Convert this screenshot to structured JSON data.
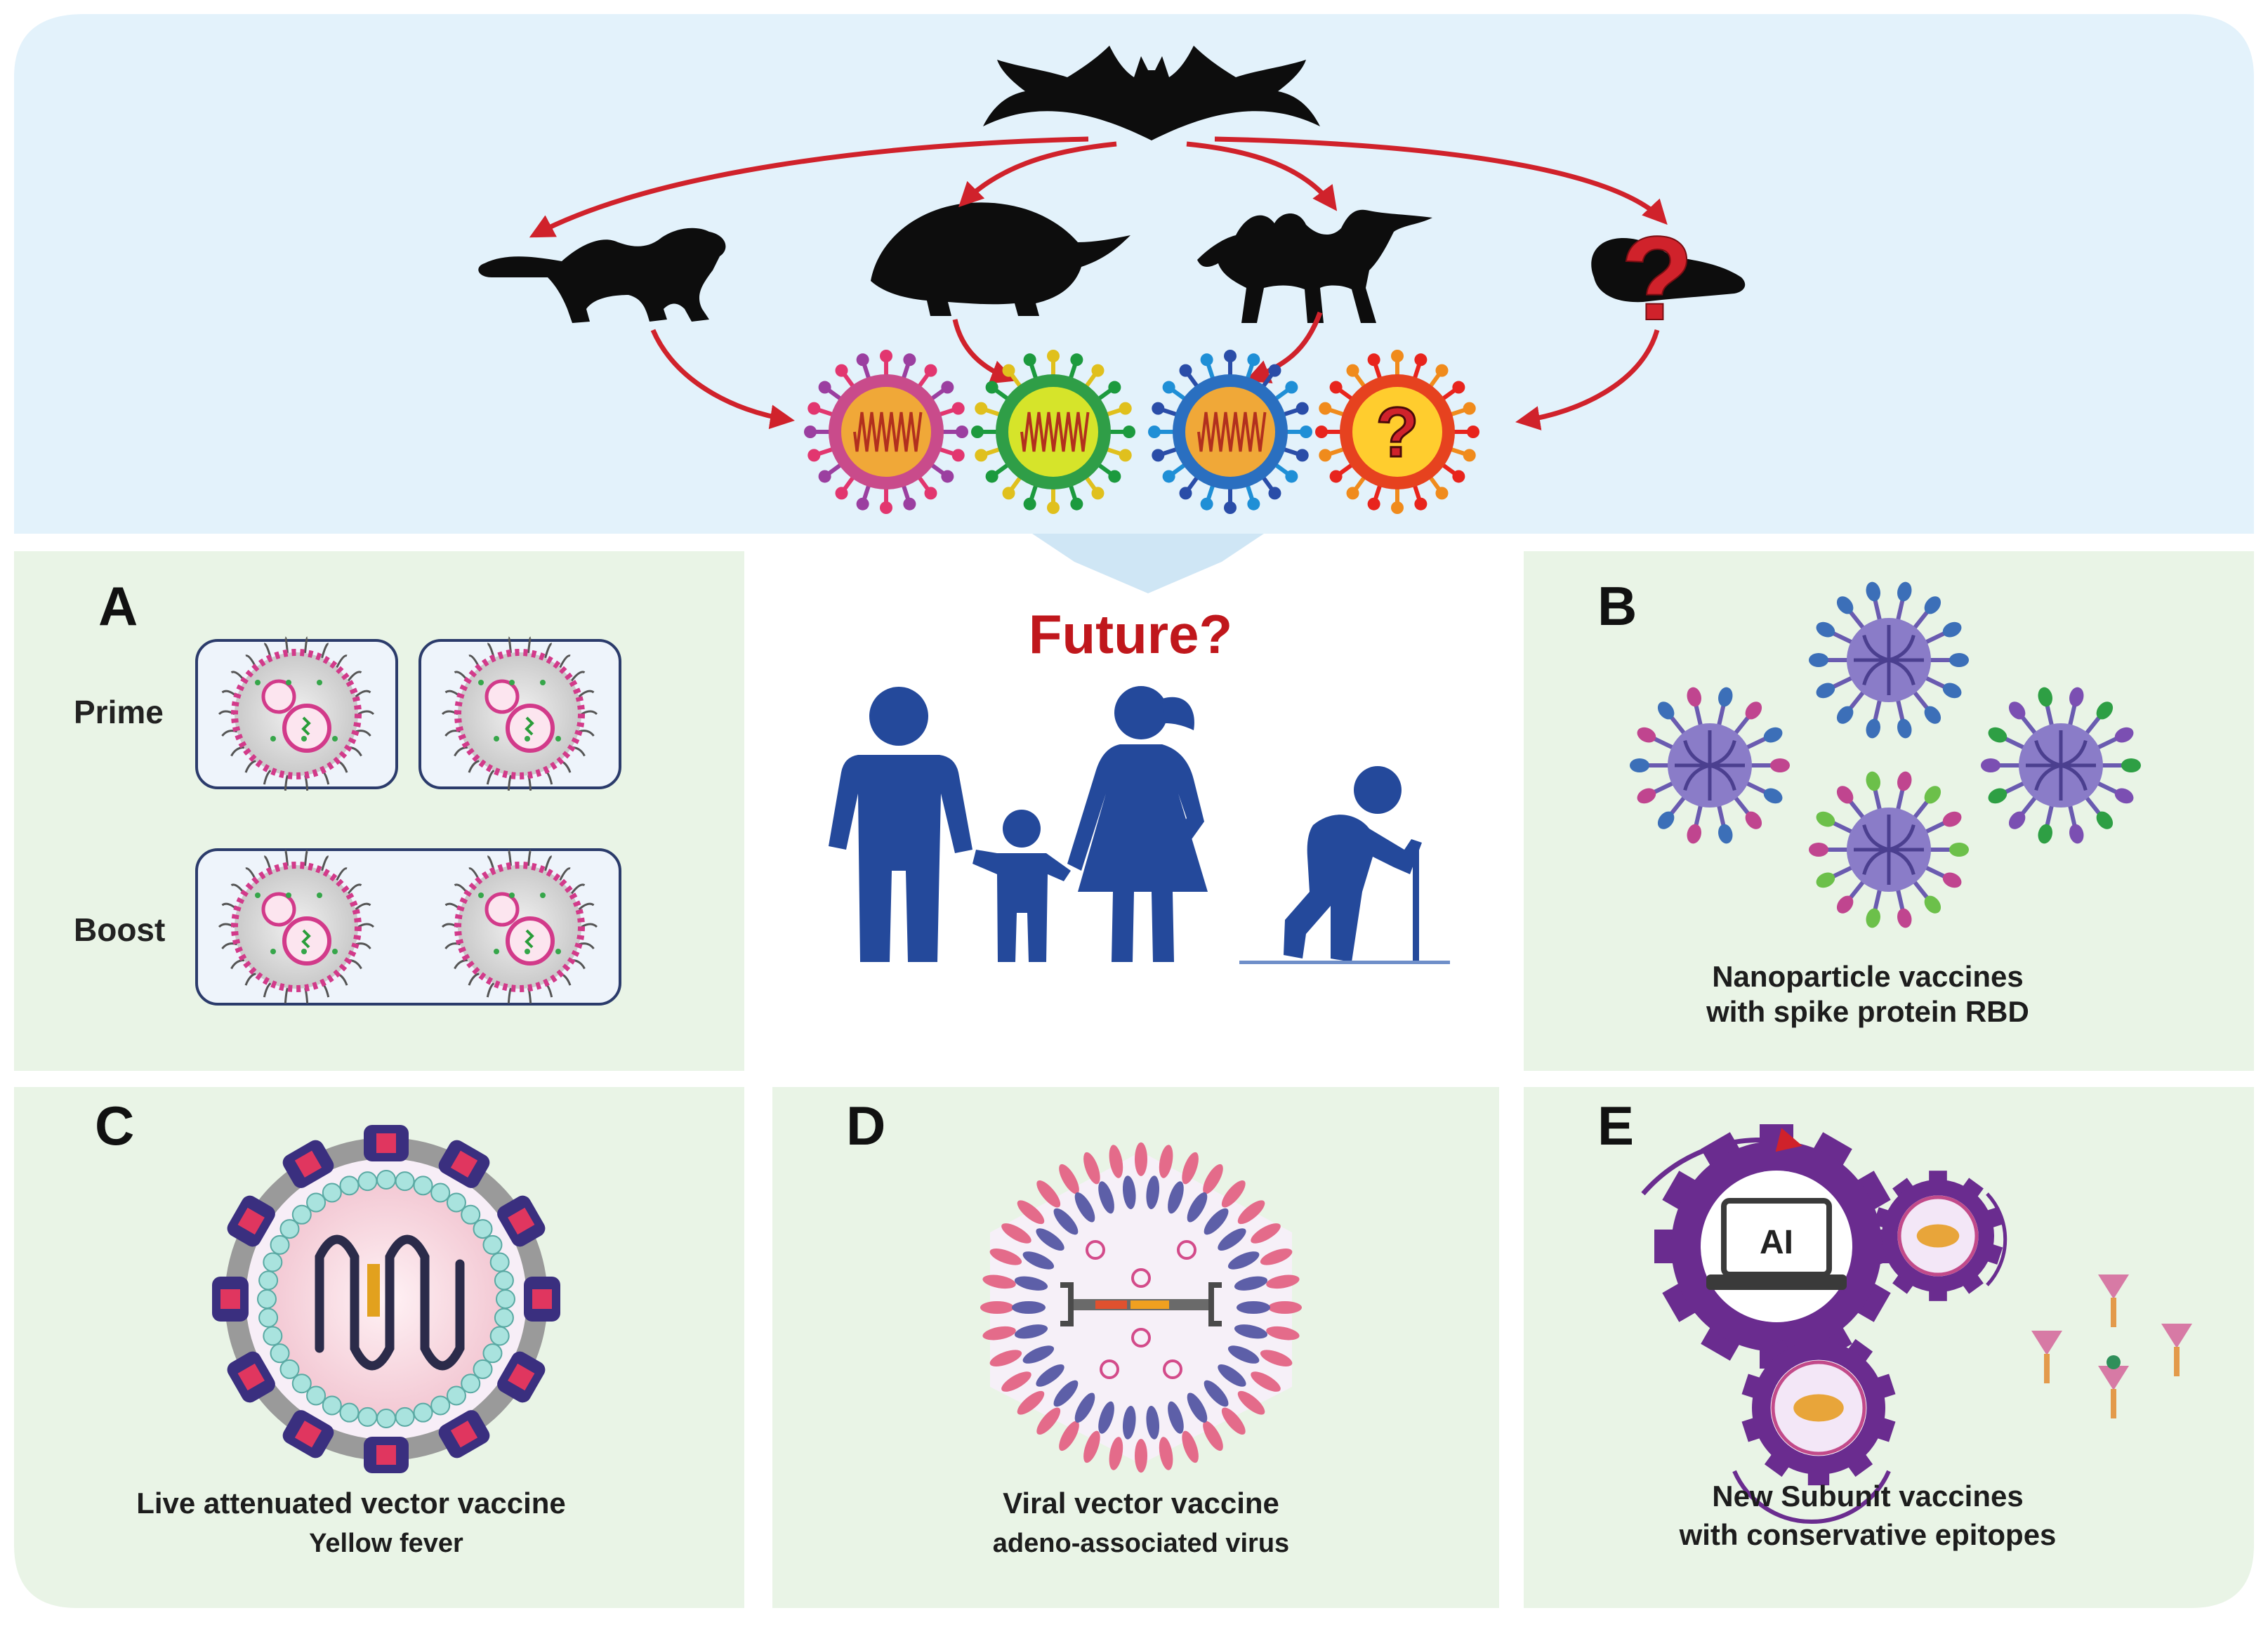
{
  "colors": {
    "sky": "#e3f2fb",
    "panel": "#e9f4e6",
    "arrow": "#d0222b",
    "people": "#24499b",
    "future": "#c0171c",
    "silhouette": "#0d0d0d"
  },
  "top": {
    "hosts": [
      "bat-icon",
      "weasel-icon",
      "pangolin-icon",
      "camel-icon",
      "unknown-host-icon"
    ],
    "unknown_mark": "?",
    "unknown_virus_mark": "?"
  },
  "center": {
    "future_label": "Future?"
  },
  "panels": {
    "A": {
      "letter": "A",
      "prime_label": "Prime",
      "boost_label": "Boost"
    },
    "B": {
      "letter": "B",
      "caption_line1": "Nanoparticle vaccines",
      "caption_line2": "with spike protein RBD"
    },
    "C": {
      "letter": "C",
      "caption_line1": "Live attenuated vector vaccine",
      "caption_line2": "Yellow fever"
    },
    "D": {
      "letter": "D",
      "caption_line1": "Viral vector vaccine",
      "caption_line2": "adeno-associated virus"
    },
    "E": {
      "letter": "E",
      "ai_label": "AI",
      "caption_line1": "New Subunit vaccines",
      "caption_line2": "with conservative epitopes"
    }
  }
}
